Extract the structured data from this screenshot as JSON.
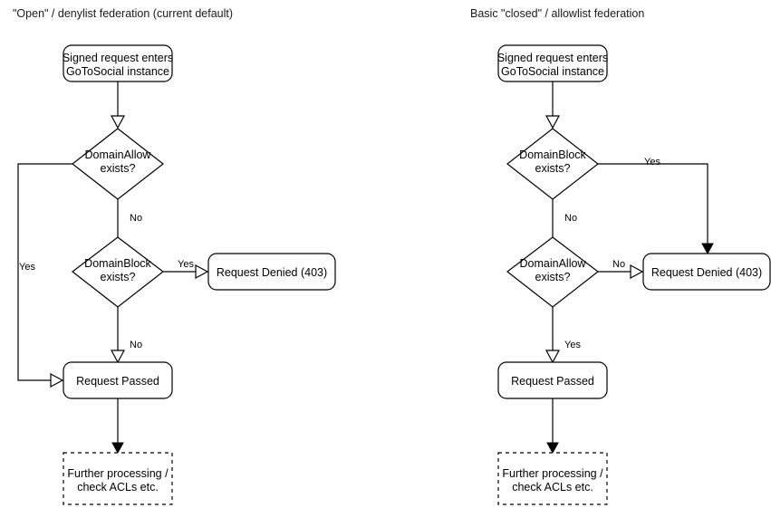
{
  "page": {
    "background": "#ffffff",
    "stroke_color": "#000000",
    "text_color": "#000000"
  },
  "diagrams": [
    {
      "id": "open-denylist",
      "heading": "\"Open\" / denylist federation (current default)",
      "nodes": {
        "start": {
          "label_line1": "Signed request enters",
          "label_line2": "GoToSocial instance"
        },
        "decision1": {
          "label_line1": "DomainAllow",
          "label_line2": "exists?"
        },
        "decision2": {
          "label_line1": "DomainBlock",
          "label_line2": "exists?"
        },
        "denied": {
          "label": "Request Denied (403)"
        },
        "passed": {
          "label": "Request Passed"
        },
        "further": {
          "label_line1": "Further processing /",
          "label_line2": "check ACLs etc."
        }
      },
      "edge_labels": {
        "allow_yes": "Yes",
        "allow_no": "No",
        "block_yes": "Yes",
        "block_no": "No"
      }
    },
    {
      "id": "closed-allowlist",
      "heading": "Basic \"closed\" / allowlist federation",
      "nodes": {
        "start": {
          "label_line1": "Signed request enters",
          "label_line2": "GoToSocial instance"
        },
        "decision1": {
          "label_line1": "DomainBlock",
          "label_line2": "exists?"
        },
        "decision2": {
          "label_line1": "DomainAllow",
          "label_line2": "exists?"
        },
        "denied": {
          "label": "Request Denied (403)"
        },
        "passed": {
          "label": "Request Passed"
        },
        "further": {
          "label_line1": "Further processing /",
          "label_line2": "check ACLs etc."
        }
      },
      "edge_labels": {
        "block_yes": "Yes",
        "block_no": "No",
        "allow_no": "No",
        "allow_yes": "Yes"
      }
    }
  ]
}
